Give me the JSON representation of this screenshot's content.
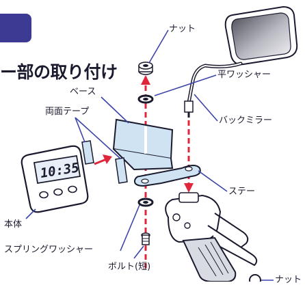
{
  "heading": "ー部の取り付け",
  "labels": {
    "nut_top": "ナット",
    "flat_washer": "平ワッシャー",
    "base": "ベース",
    "double_tape": "両面テープ",
    "back_mirror": "バックミラー",
    "stay": "ステー",
    "main_body": "本体",
    "spring_washer": "スプリングワッシャー",
    "bolt_short": "ボルト(短)",
    "nut_bottom": "ナット"
  },
  "clock_display": "10:35",
  "colors": {
    "accent_tab": "#3d3a94",
    "arrow_red": "#e0263a",
    "leader_blue": "#3a44a8",
    "part_fill": "#cfe3f2",
    "outline": "#1a1a2e"
  }
}
